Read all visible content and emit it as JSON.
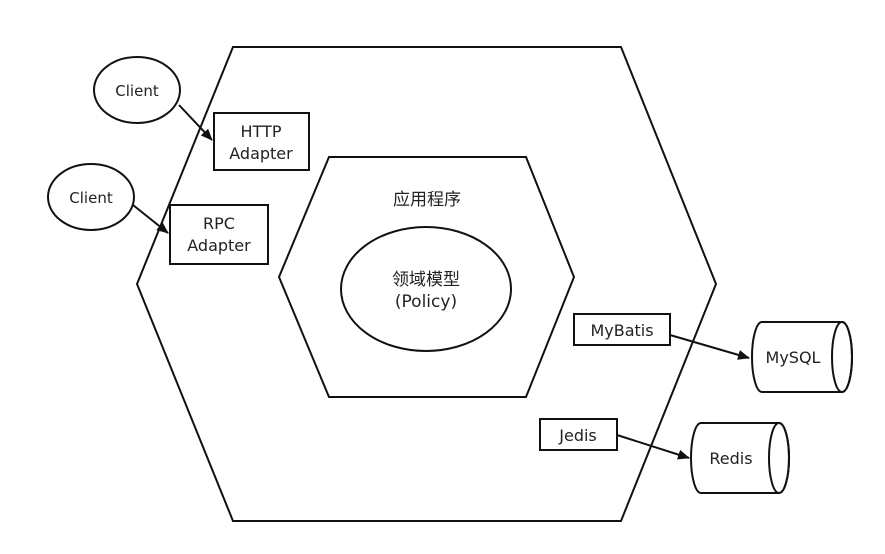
{
  "diagram": {
    "application_label": "应用程序",
    "domain_model": {
      "line1": "领域模型",
      "line2": "(Policy)"
    },
    "clients": [
      {
        "label": "Client"
      },
      {
        "label": "Client"
      }
    ],
    "inbound_adapters": [
      {
        "line1": "HTTP",
        "line2": "Adapter"
      },
      {
        "line1": "RPC",
        "line2": "Adapter"
      }
    ],
    "outbound_adapters": [
      {
        "label": "MyBatis"
      },
      {
        "label": "Jedis"
      }
    ],
    "stores": [
      {
        "label": "MySQL"
      },
      {
        "label": "Redis"
      }
    ]
  }
}
